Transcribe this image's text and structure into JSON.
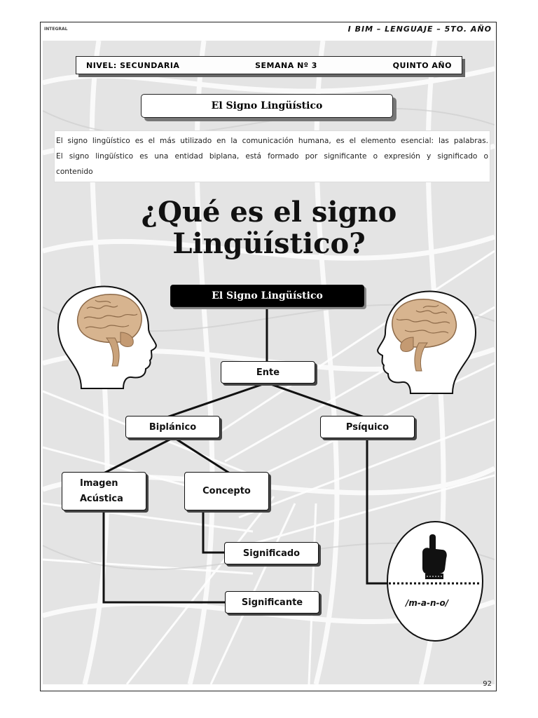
{
  "header": {
    "logo_text": "INTEGRAL",
    "title": "I BIM – LENGUAJE – 5TO. AÑO"
  },
  "level_bar": {
    "nivel": "NIVEL: SECUNDARIA",
    "semana": "SEMANA Nº 3",
    "grado": "QUINTO AÑO"
  },
  "topic": {
    "title": "El Signo Lingüístico"
  },
  "intro": {
    "line1": "El signo lingüístico es el más utilizado en la comunicación humana, es el elemento esencial: las palabras.",
    "line2": "El signo lingüístico es una entidad biplana, está formado por significante o expresión y significado o",
    "line3": "contenido"
  },
  "main_title": {
    "line1": "¿Qué es el signo",
    "line2": "Lingüístico?"
  },
  "diagram": {
    "root": "El Signo Lingüístico",
    "ente": "Ente",
    "biplanico": "Biplánico",
    "psiquico": "Psíquico",
    "imagen_line1": "Imagen",
    "imagen_line2": "Acústica",
    "concepto": "Concepto",
    "significado": "Significado",
    "significante": "Significante",
    "mano": "/m-a-n-o/"
  },
  "footer": {
    "page_number": "92"
  },
  "icons": {
    "left": "head-brain-icon",
    "right": "head-brain-icon",
    "hand": "pointing-hand-icon"
  }
}
